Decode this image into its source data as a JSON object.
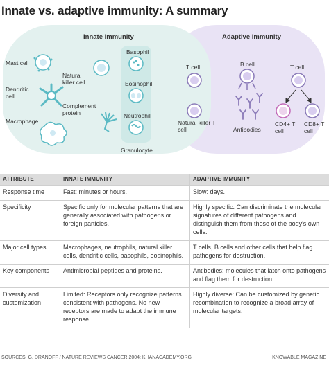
{
  "title": "Innate vs. adaptive immunity: A summary",
  "diagram": {
    "innate_header": "Innate immunity",
    "adaptive_header": "Adaptive immunity",
    "innate_labels": {
      "mast_cell": "Mast cell",
      "dendritic_cell": "Dendritic cell",
      "macrophage": "Macrophage",
      "natural_killer_cell": "Natural killer cell",
      "complement_protein": "Complement protein",
      "basophil": "Basophil",
      "eosinophil": "Eosinophil",
      "neutrophil": "Neutrophil",
      "granulocyte": "Granulocyte"
    },
    "adaptive_labels": {
      "t_cell_1": "T cell",
      "nk_t_cell": "Natural killer T cell",
      "b_cell": "B cell",
      "antibodies": "Antibodies",
      "t_cell_2": "T cell",
      "cd4_t_cell": "CD4+ T cell",
      "cd8_t_cell": "CD8+ T cell"
    },
    "colors": {
      "innate_bg": "#e3f1ef",
      "adaptive_bg": "#e9e3f5",
      "innate_accent": "#5bbac4",
      "adaptive_accent": "#8a7ab8"
    }
  },
  "table": {
    "headers": [
      "ATTRIBUTE",
      "INNATE IMMUNITY",
      "ADAPTIVE IMMUNITY"
    ],
    "rows": [
      {
        "attribute": "Response time",
        "innate": "Fast: minutes or hours.",
        "adaptive": "Slow: days."
      },
      {
        "attribute": "Specificity",
        "innate": "Specific only for molecular patterns that are generally associated with pathogens or foreign particles.",
        "adaptive": "Highly specific. Can discriminate the molecular signatures of different pathogens and distinguish them from those of the body's own cells."
      },
      {
        "attribute": "Major cell types",
        "innate": "Macrophages, neutrophils, natural killer cells, dendritic cells, basophils, eosinophils.",
        "adaptive": "T cells, B cells and other cells that help flag pathogens for destruction."
      },
      {
        "attribute": "Key components",
        "innate": "Antimicrobial peptides and proteins.",
        "adaptive": "Antibodies: molecules that latch onto pathogens and flag them for destruction."
      },
      {
        "attribute": "Diversity and customization",
        "innate": "Limited: Receptors only recognize patterns consistent with pathogens. No new receptors are made to adapt the immune response.",
        "adaptive": "Highly diverse: Can be customized by genetic recombination to recognize a broad array of molecular targets."
      }
    ]
  },
  "footer": {
    "sources": "SOURCES: G. DRANOFF / NATURE REVIEWS CANCER 2004; KHANACADEMY.ORG",
    "credit": "KNOWABLE MAGAZINE"
  }
}
